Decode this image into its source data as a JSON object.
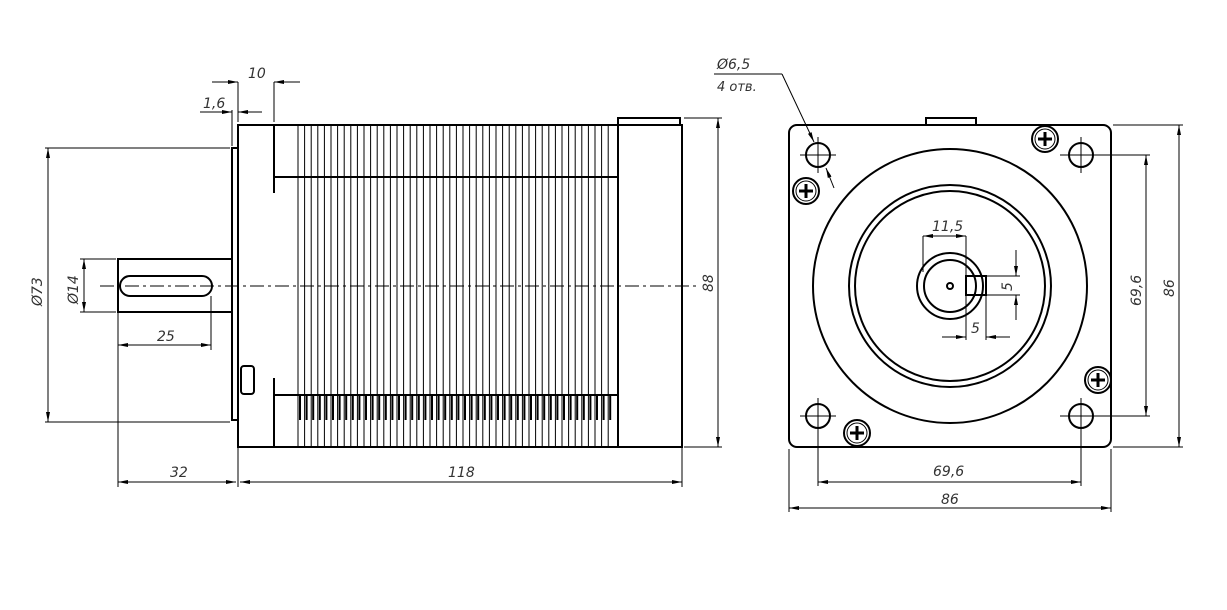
{
  "side_view": {
    "dims": {
      "flange_offset": "10",
      "flange_thickness": "1,6",
      "pilot_diameter": "Ø73",
      "shaft_diameter": "Ø14",
      "key_length": "25",
      "shaft_length": "32",
      "body_length": "118",
      "body_height": "88"
    }
  },
  "front_view": {
    "hole_note": "Ø6,5",
    "hole_count": "4 отв.",
    "dims": {
      "shaft_flat": "11,5",
      "key_height": "5",
      "key_width": "5",
      "hole_spacing_vertical": "69,6",
      "flange_height": "86",
      "hole_spacing_horizontal": "69,6",
      "flange_width": "86"
    }
  }
}
